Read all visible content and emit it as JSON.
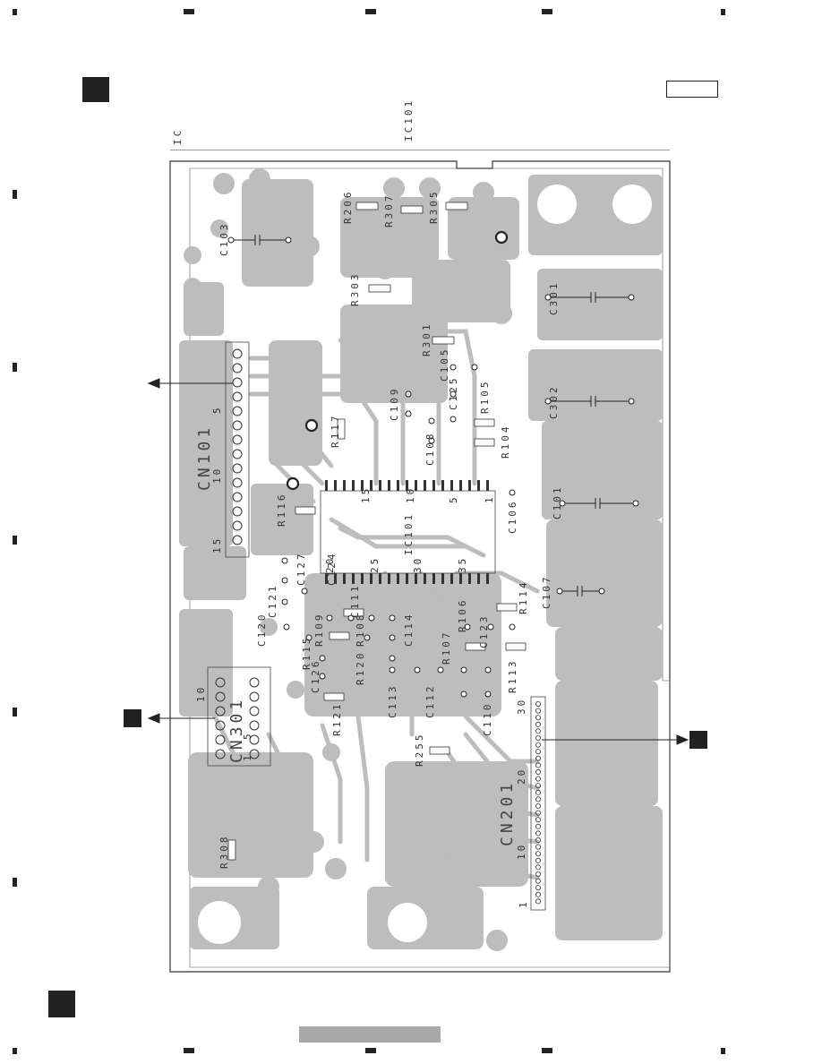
{
  "header": {
    "label_ic": "IC",
    "label_ic101": "IC101"
  },
  "colors": {
    "copper": "#bdbdbd",
    "outline": "#333333",
    "marker": "#222222",
    "footer_bar": "#a8a8a8"
  },
  "components": {
    "resistors": [
      "R206",
      "R307",
      "R305",
      "R303",
      "R301",
      "R105",
      "R104",
      "R117",
      "R116",
      "R115",
      "R109",
      "R108",
      "R120",
      "R121",
      "R106",
      "R107",
      "R113",
      "R114",
      "R255",
      "R308"
    ],
    "capacitors": [
      "C103",
      "C301",
      "C302",
      "C101",
      "C105",
      "C125",
      "C109",
      "C108",
      "C106",
      "C107",
      "C127",
      "C121",
      "C120",
      "C126",
      "C111",
      "C114",
      "C113",
      "C112",
      "C123",
      "C110",
      "C124"
    ],
    "connectors": [
      "CN101",
      "CN301",
      "CN201"
    ],
    "ic": "IC101"
  },
  "connector_pins": {
    "cn101_pins": [
      "5",
      "10",
      "15"
    ],
    "cn301_pins": [
      "10",
      "5",
      "1"
    ],
    "cn201_pins": [
      "30",
      "20",
      "10",
      "1"
    ],
    "ic101_pins": [
      "15",
      "10",
      "5",
      "1",
      "20",
      "25",
      "30",
      "35"
    ]
  },
  "icons": [
    "arrow-left-icon",
    "arrow-right-icon",
    "marker-square-icon",
    "mounting-hole-icon"
  ]
}
